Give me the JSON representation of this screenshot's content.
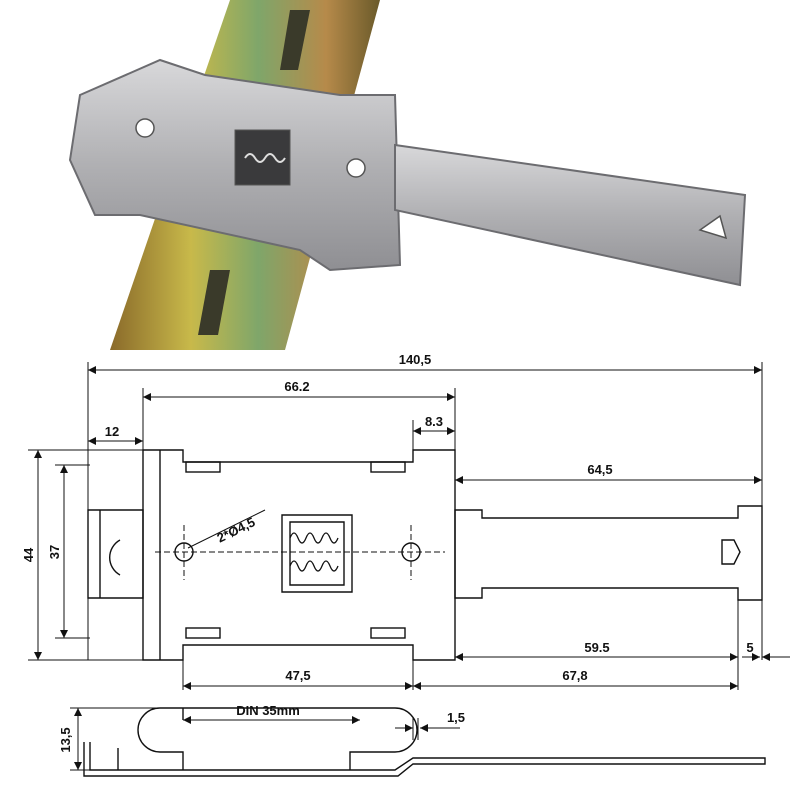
{
  "photo": {
    "subject": "metal DIN rail mounting clip with extension strap on a zinc-plated DIN rail",
    "rail_color": "#b9a845",
    "metal_color": "#b8b8ba",
    "background_color": "#ffffff"
  },
  "drawing": {
    "line_color": "#111111",
    "dims": {
      "overall_length": "140,5",
      "clip_width": "66.2",
      "tab_width": "12",
      "gap_width": "8.3",
      "strap_length": "64,5",
      "height_outer": "44",
      "height_inner": "37",
      "hole_callout": "2*Ø4,5",
      "bottom_left": "47,5",
      "bottom_mid": "59.5",
      "bottom_right": "67,8",
      "tab_end": "5",
      "side_height": "13,5",
      "rail_label": "DIN 35mm",
      "thickness": "1,5"
    }
  }
}
